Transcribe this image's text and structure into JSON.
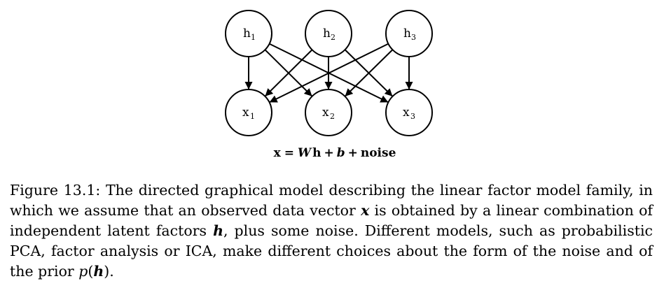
{
  "diagram": {
    "hidden_nodes": [
      {
        "base": "h",
        "sub": "1"
      },
      {
        "base": "h",
        "sub": "2"
      },
      {
        "base": "h",
        "sub": "3"
      }
    ],
    "observed_nodes": [
      {
        "base": "x",
        "sub": "1"
      },
      {
        "base": "x",
        "sub": "2"
      },
      {
        "base": "x",
        "sub": "3"
      }
    ],
    "edges": "every h_i points to every x_j",
    "equation": {
      "lhs": "x",
      "eq": "=",
      "W": "W",
      "h": "h",
      "plus1": "+",
      "b": "b",
      "plus2": "+",
      "noise": "noise"
    }
  },
  "caption": {
    "p1": "Figure 13.1: The directed graphical model describing the linear factor model family, in which we assume that an observed data vector ",
    "sym_x": "x",
    "p2": " is obtained by a linear combination of independent latent factors ",
    "sym_h": "h",
    "p3": ", plus some noise. Different models, such as probabilistic PCA, factor analysis or ICA, make different choices about the form of the noise and of the prior ",
    "p_func": "p",
    "open_paren": "(",
    "sym_h2": "h",
    "close": ")."
  }
}
